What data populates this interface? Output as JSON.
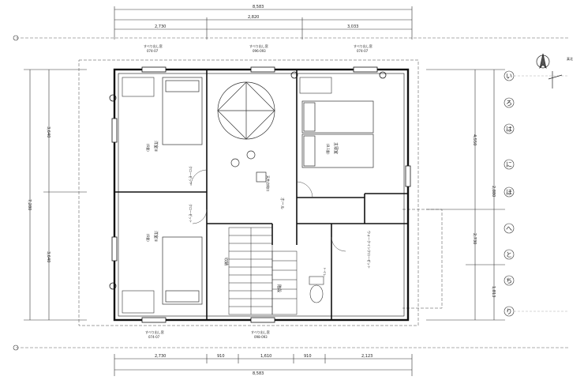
{
  "dimensions": {
    "top_total": "8,583",
    "top_mid": "2,820",
    "top_left": "2,730",
    "top_right": "3,033",
    "bottom_total": "8,583",
    "bottom": [
      "2,730",
      "910",
      "1,610",
      "910",
      "2,123"
    ],
    "left": [
      "7,280",
      "3,640",
      "3,640"
    ],
    "right": [
      "4,550",
      "2,880",
      "2,730",
      "1,813"
    ]
  },
  "rooms": {
    "bedroom2": "洋室②",
    "bedroom2_area": "(6畳)",
    "bedroom1": "洋室①",
    "bedroom1_area": "(6畳)",
    "master": "主寝室",
    "master_area": "(8.1畳)",
    "hall": "ホール",
    "stair": "階段",
    "toilet": "トイレ",
    "wic": "ウォークインクローゼット",
    "storage": "収納",
    "ceiling_storage": "天井点検口",
    "closet": "クローゼット"
  },
  "windows": {
    "label": "すべり出し窓",
    "code_a": "074-07",
    "code_b": "096-093",
    "code_c": "074-07",
    "code_d": "098-093",
    "code_e": "074-07"
  },
  "grid": {
    "columns": [
      "い",
      "ろ",
      "は",
      "に",
      "ほ",
      "へ",
      "と",
      "ち",
      "り"
    ],
    "north_label": "真北"
  }
}
